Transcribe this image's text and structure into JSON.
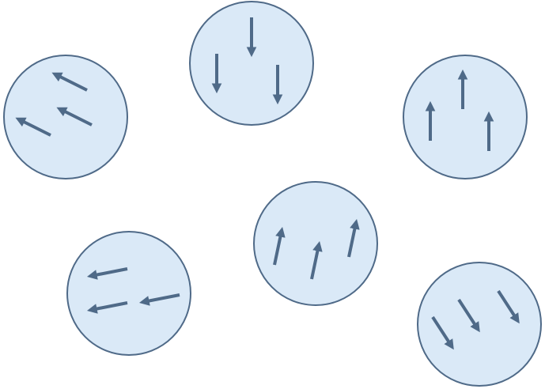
{
  "colors": {
    "background": "#ffffff",
    "circle_fill": "#dae9f7",
    "circle_stroke": "#4f6a88",
    "arrow": "#4f6a88"
  },
  "diagram": {
    "groups": [
      {
        "id": "group-1",
        "arrow_count": 3,
        "direction": "upper-left"
      },
      {
        "id": "group-2",
        "arrow_count": 3,
        "direction": "down"
      },
      {
        "id": "group-3",
        "arrow_count": 3,
        "direction": "up"
      },
      {
        "id": "group-4",
        "arrow_count": 3,
        "direction": "up-slightly-right"
      },
      {
        "id": "group-5",
        "arrow_count": 3,
        "direction": "left"
      },
      {
        "id": "group-6",
        "arrow_count": 3,
        "direction": "lower-right"
      }
    ]
  }
}
